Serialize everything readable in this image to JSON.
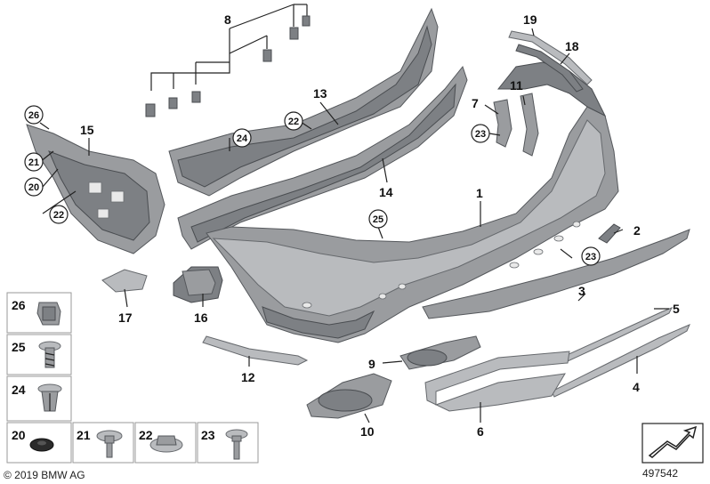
{
  "diagram": {
    "labels": {
      "1": "1",
      "2": "2",
      "3": "3",
      "4": "4",
      "5": "5",
      "6": "6",
      "7": "7",
      "8": "8",
      "9": "9",
      "10": "10",
      "11": "11",
      "12": "12",
      "13": "13",
      "14": "14",
      "15": "15",
      "16": "16",
      "17": "17",
      "18": "18",
      "19": "19",
      "20": "20",
      "21": "21",
      "22": "22",
      "23": "23",
      "24": "24",
      "25": "25",
      "26": "26"
    },
    "legend": {
      "cells": [
        "26",
        "25",
        "24",
        "20",
        "21",
        "22",
        "23"
      ]
    },
    "copyright": "© 2019 BMW AG",
    "diagram_number": "497542"
  }
}
